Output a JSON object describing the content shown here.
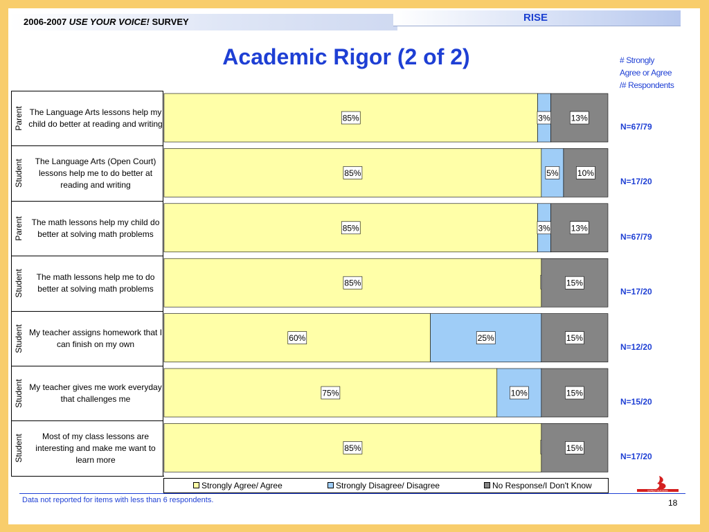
{
  "header": {
    "survey_year": "2006-2007",
    "survey_name": "USE YOUR VOICE!",
    "survey_suffix": "SURVEY",
    "school": "RISE"
  },
  "title": "Academic Rigor (2 of 2)",
  "legend_note": [
    "# Strongly",
    "Agree or Agree",
    "/# Respondents"
  ],
  "footnote": "Data not reported for items with less than 6 respondents.",
  "page_number": "18",
  "logo_text": "EXPECT SUCCESS",
  "colors": {
    "agree": "#ffffa8",
    "disagree": "#9fcdf7",
    "no_response": "#858585",
    "accent": "#1e3fd4",
    "frame": "#f8cd6c"
  },
  "chart_data": {
    "type": "bar",
    "orientation": "horizontal",
    "stacked": true,
    "xlim": [
      0,
      100
    ],
    "series_names": [
      "Strongly Agree/ Agree",
      "Strongly Disagree/ Disagree",
      "No Response/I Don't Know"
    ],
    "rows": [
      {
        "respondent": "Parent",
        "question": "The Language Arts lessons help my child do better at reading and writing",
        "values": [
          85,
          3,
          13
        ],
        "labels": [
          "85%",
          "3%",
          "13%"
        ],
        "n": "N=67/79"
      },
      {
        "respondent": "Student",
        "question": "The Language Arts (Open Court) lessons help me to do better at reading and writing",
        "values": [
          85,
          5,
          10
        ],
        "labels": [
          "85%",
          "5%",
          "10%"
        ],
        "n": "N=17/20"
      },
      {
        "respondent": "Parent",
        "question": "The math lessons help my child do better at solving math problems",
        "values": [
          85,
          3,
          13
        ],
        "labels": [
          "85%",
          "3%",
          "13%"
        ],
        "n": "N=67/79"
      },
      {
        "respondent": "Student",
        "question": "The math lessons help me to do better at solving math problems",
        "values": [
          85,
          0,
          15
        ],
        "labels": [
          "85%",
          "",
          "15%"
        ],
        "n": "N=17/20"
      },
      {
        "respondent": "Student",
        "question": "My teacher assigns homework that I can finish on my own",
        "values": [
          60,
          25,
          15
        ],
        "labels": [
          "60%",
          "25%",
          "15%"
        ],
        "n": "N=12/20"
      },
      {
        "respondent": "Student",
        "question": "My teacher gives me work everyday that challenges me",
        "values": [
          75,
          10,
          15
        ],
        "labels": [
          "75%",
          "10%",
          "15%"
        ],
        "n": "N=15/20"
      },
      {
        "respondent": "Student",
        "question": "Most of my class lessons are interesting and make me want to learn more",
        "values": [
          85,
          0,
          15
        ],
        "labels": [
          "85%",
          "",
          "15%"
        ],
        "n": "N=17/20"
      }
    ]
  }
}
